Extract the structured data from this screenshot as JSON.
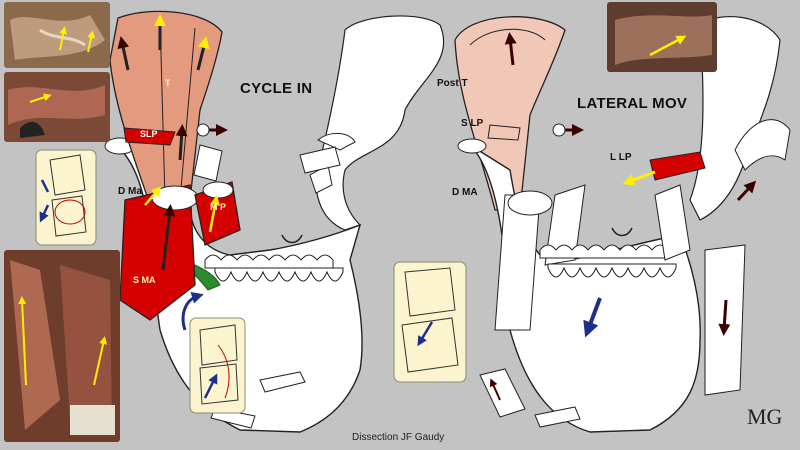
{
  "panels": {
    "left": {
      "title": "CYCLE IN"
    },
    "right": {
      "title": "LATERAL MOV"
    }
  },
  "muscle_labels": {
    "temporalis": "T",
    "superior_lateral_pterygoid_left": "SLP",
    "deep_masseter_left": "D Ma",
    "medial_pterygoid": "M P",
    "superficial_masseter": "S MA",
    "posterior_temporalis": "Post T",
    "superior_lateral_pterygoid_right": "S LP",
    "deep_masseter_right": "D MA",
    "lower_lateral_pterygoid": "L LP"
  },
  "caption": "Dissection JF Gaudy",
  "signature": "MG",
  "colors": {
    "background": "#c3c3c3",
    "muscle_salmon": "#e39a7e",
    "muscle_red": "#d40000",
    "muscle_pale": "#f1c8b8",
    "arrow_yellow": "#ffee00",
    "arrow_blue": "#1e2e8c",
    "tongue_green": "#2e8b2e",
    "inset_bg": "#fbf4cf"
  }
}
